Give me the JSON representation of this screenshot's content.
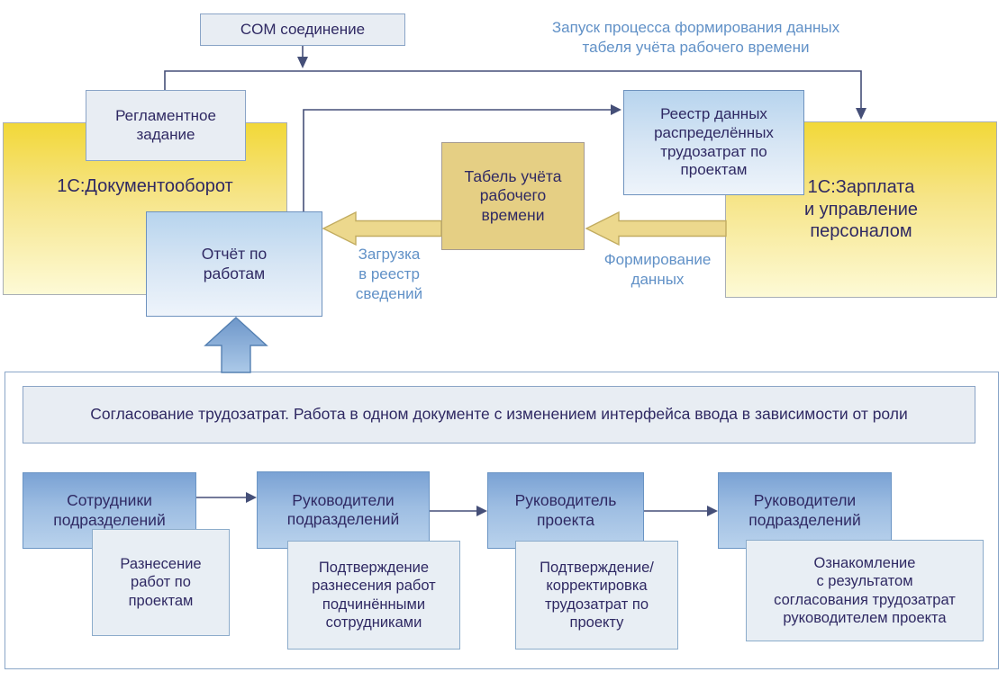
{
  "colors": {
    "background": "#ffffff",
    "connector_line": "#454f78",
    "annotation_text": "#6191c7",
    "node_text": "#2f2963",
    "yellow_box_top": "#f2d838",
    "yellow_box_bottom": "#fdfad6",
    "gold_box_fill": "#e5cf84",
    "yellow_arrow_fill": "#ecd88d",
    "yellow_arrow_border": "#c2ac60",
    "blue_box_top": "#b7d4ee",
    "blue_box_bottom": "#eef4fb",
    "light_box_fill": "#e8edf3",
    "role_box_top": "#7aa2d4",
    "role_box_bottom": "#b9d2ec",
    "up_arrow_top": "#6e97ca",
    "up_arrow_bottom": "#abc9e8"
  },
  "nodes": {
    "com": {
      "label": "COM соединение"
    },
    "reglament": {
      "label": "Регламентное\nзадание"
    },
    "doc": {
      "label": "1С:Документооборот"
    },
    "report": {
      "label": "Отчёт по\nработам"
    },
    "tabel": {
      "label": "Табель учёта\nрабочего\nвремени"
    },
    "reestr": {
      "label": "Реестр данных\nраспределённых\nтрудозатрат по\nпроектам"
    },
    "zup": {
      "label": "1С:Зарплата\nи управление\nперсоналом"
    }
  },
  "annotations": {
    "run_process": "Запуск процесса формирования данных\nтабеля учёта рабочего времени",
    "load_registry": "Загрузка\nв реестр\nсведений",
    "form_data": "Формирование\nданных"
  },
  "approval": {
    "header": "Согласование трудозатрат. Работа в одном документе с изменением интерфейса ввода в зависимости от роли",
    "roles": [
      {
        "label": "Сотрудники\nподразделений",
        "task": "Разнесение\nработ по\nпроектам"
      },
      {
        "label": "Руководители\nподразделений",
        "task": "Подтверждение\nразнесения работ\nподчинёнными\nсотрудниками"
      },
      {
        "label": "Руководитель\nпроекта",
        "task": "Подтверждение/\nкорректировка\nтрудозатрат по\nпроекту"
      },
      {
        "label": "Руководители\nподразделений",
        "task": "Ознакомление\nс результатом\nсогласования трудозатрат\nруководителем проекта"
      }
    ]
  },
  "edges": [
    {
      "from": "com",
      "to": "bus",
      "type": "thin-arrow"
    },
    {
      "from": "bus",
      "to": "reglament",
      "type": "thin-line"
    },
    {
      "from": "bus",
      "to": "zup",
      "type": "thin-arrow"
    },
    {
      "from": "report",
      "to": "reestr",
      "type": "thin-arrow"
    },
    {
      "from": "zup",
      "to": "tabel",
      "type": "block-arrow",
      "label": "Формирование данных"
    },
    {
      "from": "tabel",
      "to": "report",
      "type": "block-arrow",
      "label": "Загрузка в реестр сведений"
    },
    {
      "from": "approval-section",
      "to": "report",
      "type": "block-arrow-up"
    },
    {
      "from": "role-1",
      "to": "role-2",
      "type": "thin-arrow"
    },
    {
      "from": "role-2",
      "to": "role-3",
      "type": "thin-arrow"
    },
    {
      "from": "role-3",
      "to": "role-4",
      "type": "thin-arrow"
    }
  ]
}
